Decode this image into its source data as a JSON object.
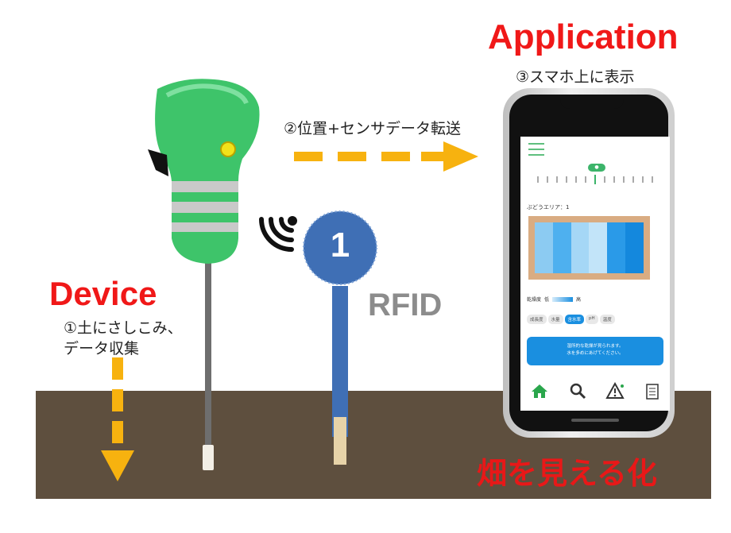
{
  "application": {
    "title": "Application",
    "caption": "③スマホ上に表示"
  },
  "transfer": {
    "caption": "②位置+センサデータ転送"
  },
  "device": {
    "title": "Device",
    "caption_line1": "①土にさしこみ、",
    "caption_line2": "データ収集"
  },
  "rfid": {
    "label": "RFID",
    "tag_number": "1"
  },
  "visualize": {
    "text": "畑を見える化"
  },
  "colors": {
    "title_red": "#f01818",
    "arrow_yellow": "#f7b20f",
    "soil": "#5e4f3e",
    "device_green": "#3ec46a",
    "app_blue": "#1a8fe0",
    "rfid_blue": "#3f6fb5"
  },
  "phone": {
    "area_label": "ぶどうエリア：1",
    "legend_low": "低",
    "legend_high": "高",
    "legend_title": "乾燥度",
    "tabs": [
      {
        "label": "成長度",
        "active": false
      },
      {
        "label": "水量",
        "active": false
      },
      {
        "label": "含水率",
        "active": true
      },
      {
        "label": "pH",
        "active": false
      },
      {
        "label": "温度",
        "active": false
      }
    ],
    "notice_line1": "湿所的な乾燥が見られます。",
    "notice_line2": "水を多めにあげてください。",
    "nav": [
      {
        "icon": "home-icon"
      },
      {
        "icon": "search-icon"
      },
      {
        "icon": "warning-icon"
      },
      {
        "icon": "clipboard-icon"
      }
    ]
  }
}
